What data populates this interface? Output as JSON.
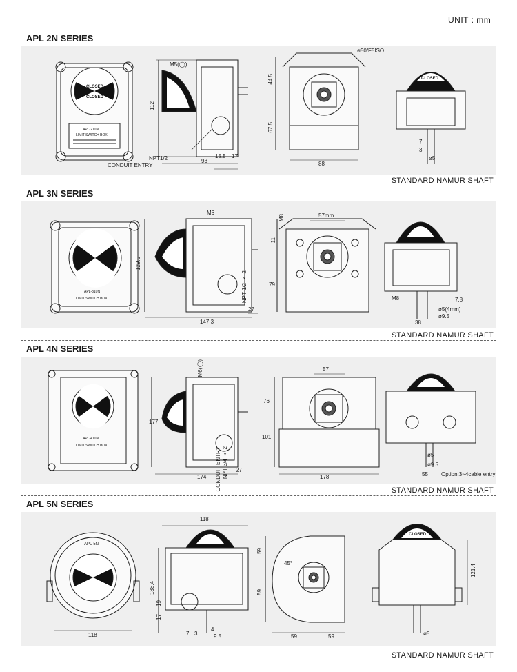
{
  "unit_label": "UNIT : mm",
  "sections": [
    {
      "title": "APL 2N SERIES",
      "footer": "STANDARD NAMUR SHAFT",
      "labels": {
        "m5": "M5(◯)",
        "npt": "NPT1/2",
        "conduit": "CONDUIT ENTRY",
        "d112": "112",
        "d93": "93",
        "d155": "15.5",
        "d17": "17",
        "dia50": "ø50/F5ISO",
        "d445": "44.5",
        "d675": "67.5",
        "d88": "88",
        "d7": "7",
        "d3": "3",
        "dia5": "ø5",
        "closed": "CLOSED",
        "plate1": "APL-210N",
        "plate2": "LIMIT SWITCH BOX"
      }
    },
    {
      "title": "APL 3N SERIES",
      "footer": "STANDARD NAMUR SHAFT",
      "labels": {
        "m6": "M6",
        "d1295": "129.5",
        "d1473": "147.3",
        "npt": "NPT 1/2 × 2",
        "d27": "27",
        "m8a": "M8",
        "d57": "57mm",
        "d11": "11",
        "d79": "79",
        "m8b": "M8",
        "d78": "7.8",
        "dia54": "ø5(4mm)",
        "dia95": "ø9.5",
        "d38": "38",
        "plate1": "APL-310N",
        "plate2": "LIMIT SWITCH BOX"
      }
    },
    {
      "title": "APL 4N SERIES",
      "footer": "STANDARD NAMUR SHAFT",
      "labels": {
        "m6": "M6(◯)",
        "d177": "177",
        "d174": "174",
        "npt": "NPT 3/4 × 2",
        "conduit": "CONDUIT ENTRY",
        "d27": "27",
        "d57": "57",
        "d76": "76",
        "d101": "101",
        "d178": "178",
        "dia5": "ø5",
        "dia95": "ø9.5",
        "d55": "55",
        "option": "Option:3~4cable entry",
        "plate1": "APL-410N",
        "plate2": "LIMIT SWITCH BOX"
      }
    },
    {
      "title": "APL 5N SERIES",
      "footer": "STANDARD NAMUR SHAFT",
      "labels": {
        "d118a": "118",
        "d118b": "118",
        "d1384": "138.4",
        "d19": "19",
        "d17": "17",
        "d7": "7",
        "d3": "3",
        "d4": "4",
        "d95": "9.5",
        "d59a": "59",
        "d59b": "59",
        "d59c": "59",
        "d59d": "59",
        "d45": "45°",
        "d1214": "121.4",
        "dia5": "ø5",
        "closed": "CLOSED",
        "plate1": "APL-5N"
      }
    }
  ]
}
